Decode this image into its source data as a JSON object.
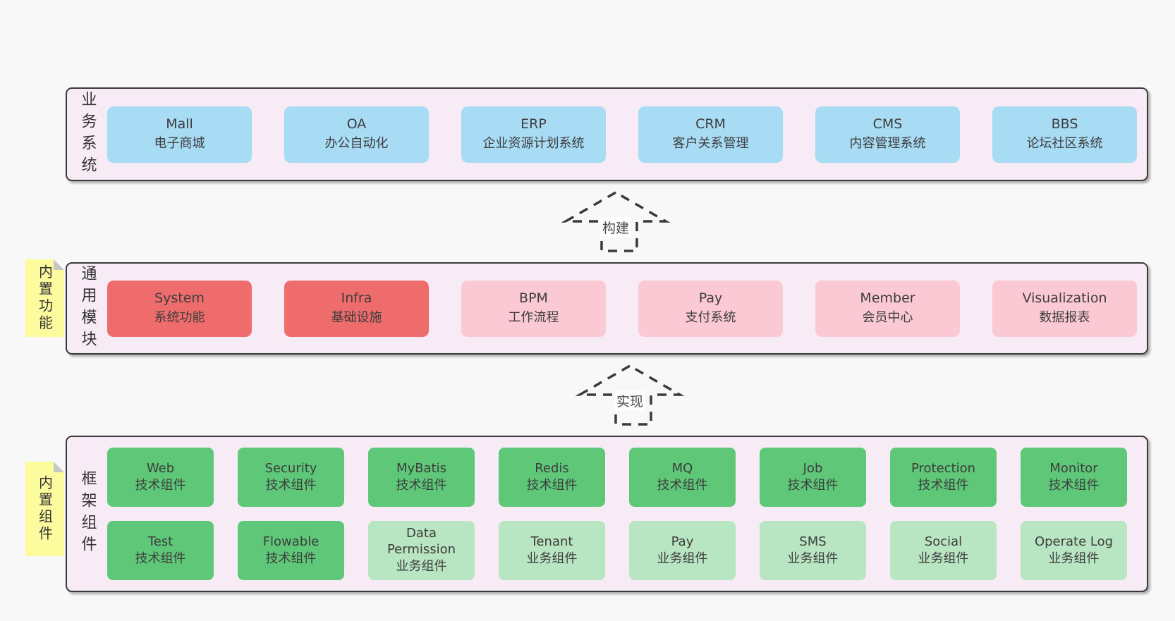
{
  "colors": {
    "page_bg": "#f8f8f8",
    "panel_bg": "#f7ecf5",
    "panel_border": "#3a3a3a",
    "blue": "#a8dbf4",
    "red": "#ef6c6c",
    "pink": "#fbc9d3",
    "green_dark": "#5ec878",
    "green_light": "#b8e5c2",
    "yellow": "#fcfc9e",
    "fold_gray": "#c6c6c6",
    "text": "#3d3d3d"
  },
  "panels": {
    "business": {
      "label": "业务系统",
      "boxes": [
        {
          "en": "Mall",
          "zh": "电子商城"
        },
        {
          "en": "OA",
          "zh": "办公自动化"
        },
        {
          "en": "ERP",
          "zh": "企业资源计划系统"
        },
        {
          "en": "CRM",
          "zh": "客户关系管理"
        },
        {
          "en": "CMS",
          "zh": "内容管理系统"
        },
        {
          "en": "BBS",
          "zh": "论坛社区系统"
        }
      ]
    },
    "modules": {
      "label": "通用模块",
      "sticky": "内置功能",
      "boxes": [
        {
          "en": "System",
          "zh": "系统功能"
        },
        {
          "en": "Infra",
          "zh": "基础设施"
        },
        {
          "en": "BPM",
          "zh": "工作流程"
        },
        {
          "en": "Pay",
          "zh": "支付系统"
        },
        {
          "en": "Member",
          "zh": "会员中心"
        },
        {
          "en": "Visualization",
          "zh": "数据报表"
        }
      ]
    },
    "framework": {
      "label": "框架组件",
      "sticky": "内置组件",
      "rows": [
        [
          {
            "en": "Web",
            "zh": "技术组件"
          },
          {
            "en": "Security",
            "zh": "技术组件"
          },
          {
            "en": "MyBatis",
            "zh": "技术组件"
          },
          {
            "en": "Redis",
            "zh": "技术组件"
          },
          {
            "en": "MQ",
            "zh": "技术组件"
          },
          {
            "en": "Job",
            "zh": "技术组件"
          },
          {
            "en": "Protection",
            "zh": "技术组件"
          },
          {
            "en": "Monitor",
            "zh": "技术组件"
          }
        ],
        [
          {
            "en": "Test",
            "zh": "技术组件"
          },
          {
            "en": "Flowable",
            "zh": "技术组件"
          },
          {
            "en": "Data Permission",
            "zh": "业务组件"
          },
          {
            "en": "Tenant",
            "zh": "业务组件"
          },
          {
            "en": "Pay",
            "zh": "业务组件"
          },
          {
            "en": "SMS",
            "zh": "业务组件"
          },
          {
            "en": "Social",
            "zh": "业务组件"
          },
          {
            "en": "Operate Log",
            "zh": "业务组件"
          }
        ]
      ]
    }
  },
  "arrows": [
    {
      "label": "构建"
    },
    {
      "label": "实现"
    }
  ]
}
